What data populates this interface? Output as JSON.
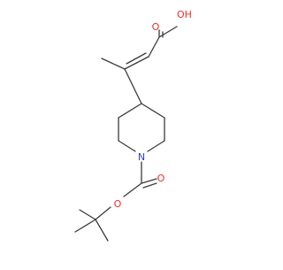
{
  "molecule": {
    "atom_labels": {
      "hydroxyl": "OH",
      "carbonyl_oxygen_acid": "O",
      "nitrogen": "N",
      "ester_oxygen": "O",
      "carbonyl_oxygen_boc": "O"
    },
    "colors": {
      "bond": "#3a3a3a",
      "oxygen": "#e8302a",
      "nitrogen": "#2a3fe8",
      "background": "#ffffff"
    }
  }
}
